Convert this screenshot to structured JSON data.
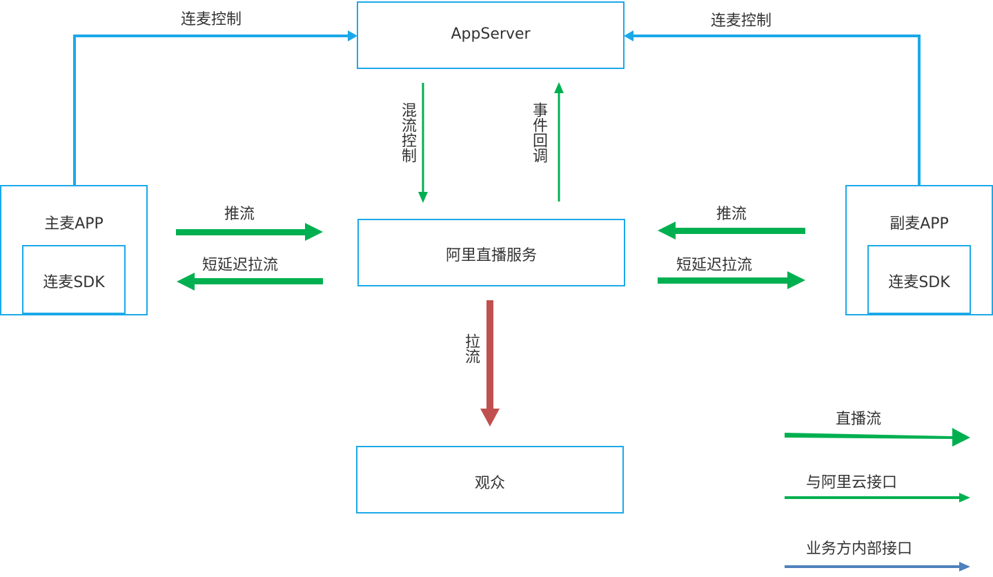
{
  "nodes": {
    "appserver": "AppServer",
    "live_service": "阿里直播服务",
    "audience": "观众",
    "host_app": "主麦APP",
    "host_sdk": "连麦SDK",
    "guest_app": "副麦APP",
    "guest_sdk": "连麦SDK"
  },
  "edges": {
    "host_control": "连麦控制",
    "guest_control": "连麦控制",
    "mix_control": "混流控制",
    "event_callback": "事件回调",
    "host_push": "推流",
    "host_pull": "短延迟拉流",
    "guest_push": "推流",
    "guest_pull": "短延迟拉流",
    "audience_pull": "拉流"
  },
  "legend": {
    "live_stream": "直播流",
    "aliyun_interface": "与阿里云接口",
    "internal_interface": "业务方内部接口"
  },
  "colors": {
    "box_border": "#1aa8e8",
    "control_line": "#1aa8e8",
    "stream": "#00b050",
    "audience_stream": "#c0504d",
    "internal": "#4f81bd"
  }
}
